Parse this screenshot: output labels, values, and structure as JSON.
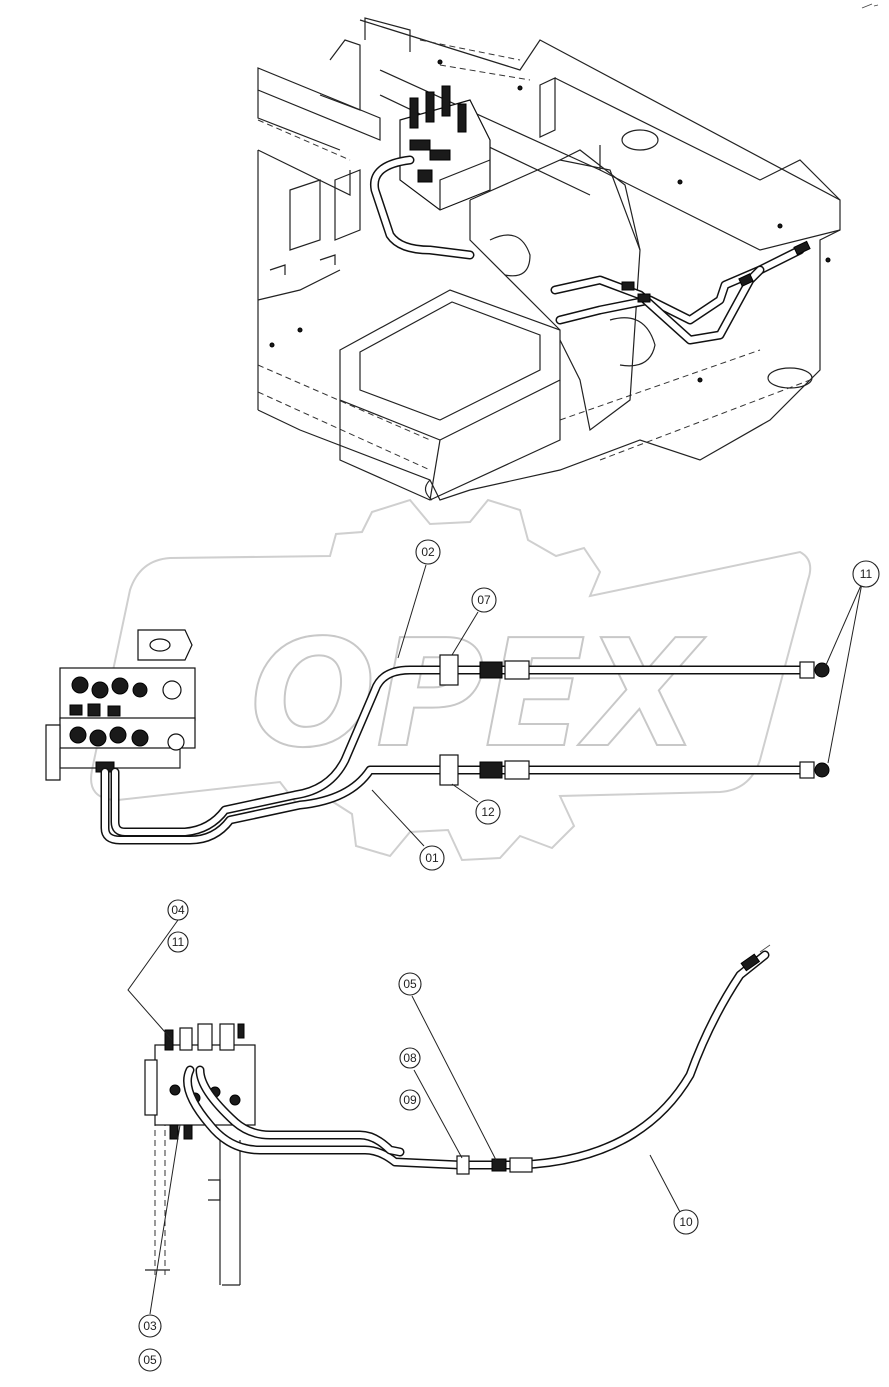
{
  "watermark": {
    "text": "OPEX"
  },
  "callouts": {
    "c01": "01",
    "c02": "02",
    "c03": "03",
    "c04": "04",
    "c05a": "05",
    "c05b": "05",
    "c07": "07",
    "c08": "08",
    "c09": "09",
    "c10": "10",
    "c11a": "11",
    "c11b": "11",
    "c12": "12"
  }
}
